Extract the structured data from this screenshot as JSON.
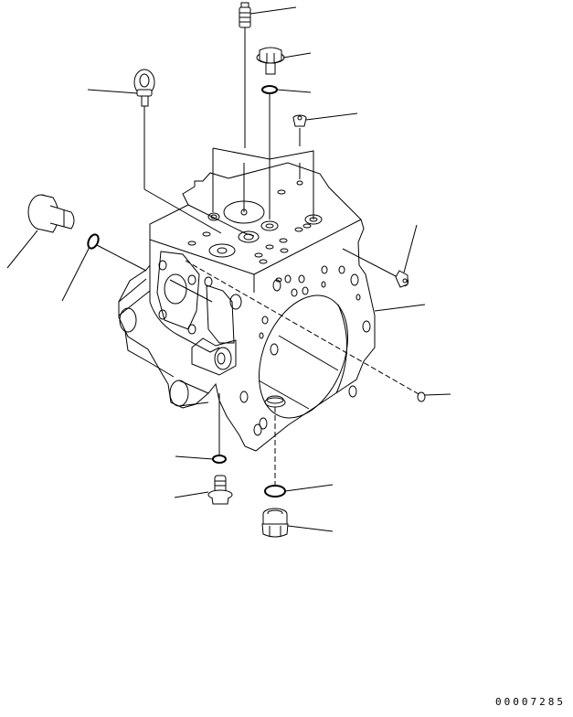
{
  "diagram": {
    "type": "exploded-parts-diagram",
    "subject": "pump case / valve body assembly",
    "reference_number": "00007285",
    "line_color": "#000000",
    "background_color": "#ffffff",
    "parts": [
      {
        "name": "grease-fitting",
        "position": "top-center"
      },
      {
        "name": "flange-bolt-top",
        "position": "top-right"
      },
      {
        "name": "o-ring-top",
        "position": "top-right"
      },
      {
        "name": "plug-small-top",
        "position": "upper-right"
      },
      {
        "name": "eye-bolt",
        "position": "upper-left"
      },
      {
        "name": "shaft-plug-left",
        "position": "left"
      },
      {
        "name": "o-ring-left",
        "position": "left"
      },
      {
        "name": "case-body",
        "position": "center"
      },
      {
        "name": "plug-right",
        "position": "right"
      },
      {
        "name": "pin-right",
        "position": "lower-right"
      },
      {
        "name": "o-ring-bottom-left",
        "position": "bottom-left"
      },
      {
        "name": "flange-bolt-bottom",
        "position": "bottom-left"
      },
      {
        "name": "o-ring-bottom-right",
        "position": "bottom-center"
      },
      {
        "name": "drain-plug",
        "position": "bottom-center"
      }
    ]
  }
}
